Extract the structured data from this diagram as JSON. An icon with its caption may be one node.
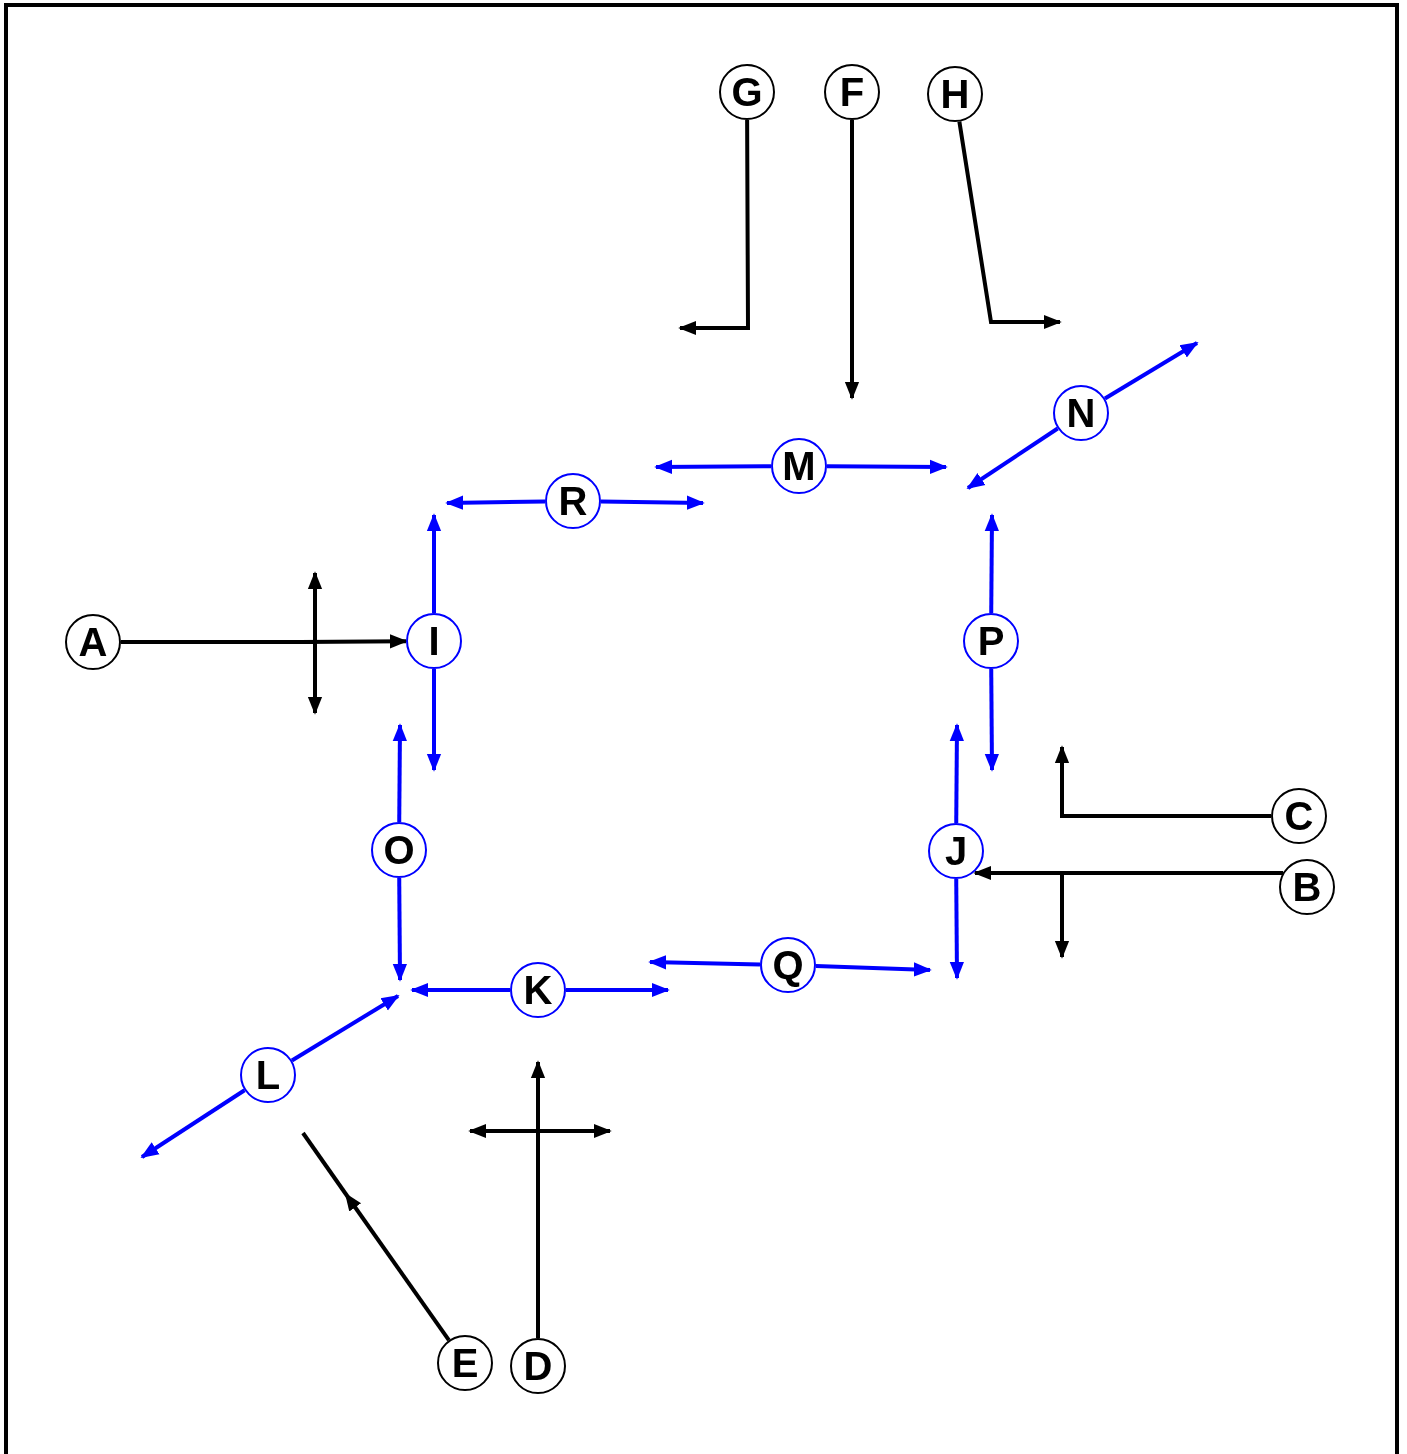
{
  "diagram": {
    "nodes": [
      {
        "text": [
          "A"
        ]
      },
      {
        "text": [
          "B"
        ]
      },
      {
        "text": [
          "C"
        ]
      },
      {
        "text": [
          "D"
        ]
      },
      {
        "text": [
          "E"
        ]
      },
      {
        "text": [
          "F"
        ]
      },
      {
        "text": [
          "G"
        ]
      },
      {
        "text": [
          "H"
        ]
      },
      {
        "text": [
          "I"
        ]
      },
      {
        "text": [
          "J"
        ]
      },
      {
        "text": [
          "K"
        ]
      },
      {
        "text": [
          "L"
        ]
      },
      {
        "text": [
          "M"
        ]
      },
      {
        "text": [
          "N"
        ]
      },
      {
        "text": [
          "O"
        ]
      },
      {
        "text": [
          "P"
        ]
      },
      {
        "text": [
          "Q"
        ]
      },
      {
        "text": [
          "R"
        ]
      }
    ],
    "edges": [
      {
        "from": 0,
        "to": 8,
        "arrow": "to",
        "color": "#000000"
      },
      {
        "from": 0,
        "to": null,
        "arrow": "to",
        "color": "#000000"
      },
      {
        "from": 0,
        "to": null,
        "arrow": "to",
        "color": "#000000"
      },
      {
        "from": 1,
        "to": 9,
        "arrow": "to",
        "color": "#000000"
      },
      {
        "from": 1,
        "to": null,
        "arrow": "to",
        "color": "#000000"
      },
      {
        "from": 2,
        "to": null,
        "arrow": "to",
        "color": "#000000"
      },
      {
        "from": 3,
        "to": null,
        "arrow": "to",
        "color": "#000000"
      },
      {
        "from": 3,
        "to": null,
        "arrow": "to",
        "color": "#000000"
      },
      {
        "from": 3,
        "to": null,
        "arrow": "to",
        "color": "#000000"
      },
      {
        "from": 4,
        "to": null,
        "arrow": "to",
        "color": "#000000"
      },
      {
        "from": 5,
        "to": null,
        "arrow": "to",
        "color": "#000000"
      },
      {
        "from": 6,
        "to": null,
        "arrow": "to",
        "color": "#000000"
      },
      {
        "from": 7,
        "to": null,
        "arrow": "to",
        "color": "#000000"
      },
      {
        "from": 8,
        "to": null,
        "arrow": "to"
      },
      {
        "from": 8,
        "to": null,
        "arrow": "to"
      },
      {
        "from": 9,
        "to": null,
        "arrow": "to"
      },
      {
        "from": 9,
        "to": null,
        "arrow": "to"
      },
      {
        "from": 10,
        "to": null,
        "arrow": "to"
      },
      {
        "from": 10,
        "to": null,
        "arrow": "to"
      },
      {
        "from": 11,
        "to": null,
        "arrow": "to"
      },
      {
        "from": 11,
        "to": null,
        "arrow": "to"
      },
      {
        "from": 12,
        "to": null,
        "arrow": "to"
      },
      {
        "from": 12,
        "to": null,
        "arrow": "to"
      },
      {
        "from": 13,
        "to": null,
        "arrow": "to"
      },
      {
        "from": 13,
        "to": null,
        "arrow": "to"
      },
      {
        "from": 14,
        "to": null,
        "arrow": "to"
      },
      {
        "from": 14,
        "to": null,
        "arrow": "to"
      },
      {
        "from": 15,
        "to": null,
        "arrow": "to"
      },
      {
        "from": 15,
        "to": null,
        "arrow": "to"
      },
      {
        "from": 16,
        "to": null,
        "arrow": "to"
      },
      {
        "from": 16,
        "to": null,
        "arrow": "to"
      },
      {
        "from": 17,
        "to": null,
        "arrow": "to"
      },
      {
        "from": 17,
        "to": null,
        "arrow": "to"
      }
    ]
  }
}
